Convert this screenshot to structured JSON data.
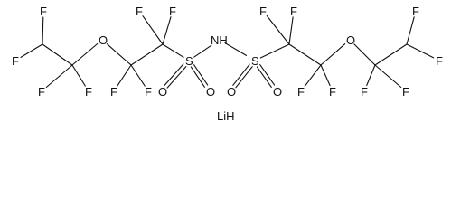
{
  "structure": {
    "bond_color": "#111111",
    "background": "#ffffff",
    "atoms": [
      {
        "id": "f1",
        "label": "F"
      },
      {
        "id": "f2",
        "label": "F"
      },
      {
        "id": "f3",
        "label": "F"
      },
      {
        "id": "f4",
        "label": "F"
      },
      {
        "id": "o1",
        "label": "O"
      },
      {
        "id": "f5",
        "label": "F"
      },
      {
        "id": "f6",
        "label": "F"
      },
      {
        "id": "f7",
        "label": "F"
      },
      {
        "id": "f8",
        "label": "F"
      },
      {
        "id": "s1",
        "label": "S"
      },
      {
        "id": "o2",
        "label": "O"
      },
      {
        "id": "o3",
        "label": "O"
      },
      {
        "id": "nh",
        "label": "NH"
      },
      {
        "id": "s2",
        "label": "S"
      },
      {
        "id": "o4",
        "label": "O"
      },
      {
        "id": "o5",
        "label": "O"
      },
      {
        "id": "f9",
        "label": "F"
      },
      {
        "id": "f10",
        "label": "F"
      },
      {
        "id": "f11",
        "label": "F"
      },
      {
        "id": "f12",
        "label": "F"
      },
      {
        "id": "o6",
        "label": "O"
      },
      {
        "id": "f13",
        "label": "F"
      },
      {
        "id": "f14",
        "label": "F"
      },
      {
        "id": "f15",
        "label": "F"
      },
      {
        "id": "f16",
        "label": "F"
      }
    ],
    "counterion": "LiH"
  }
}
